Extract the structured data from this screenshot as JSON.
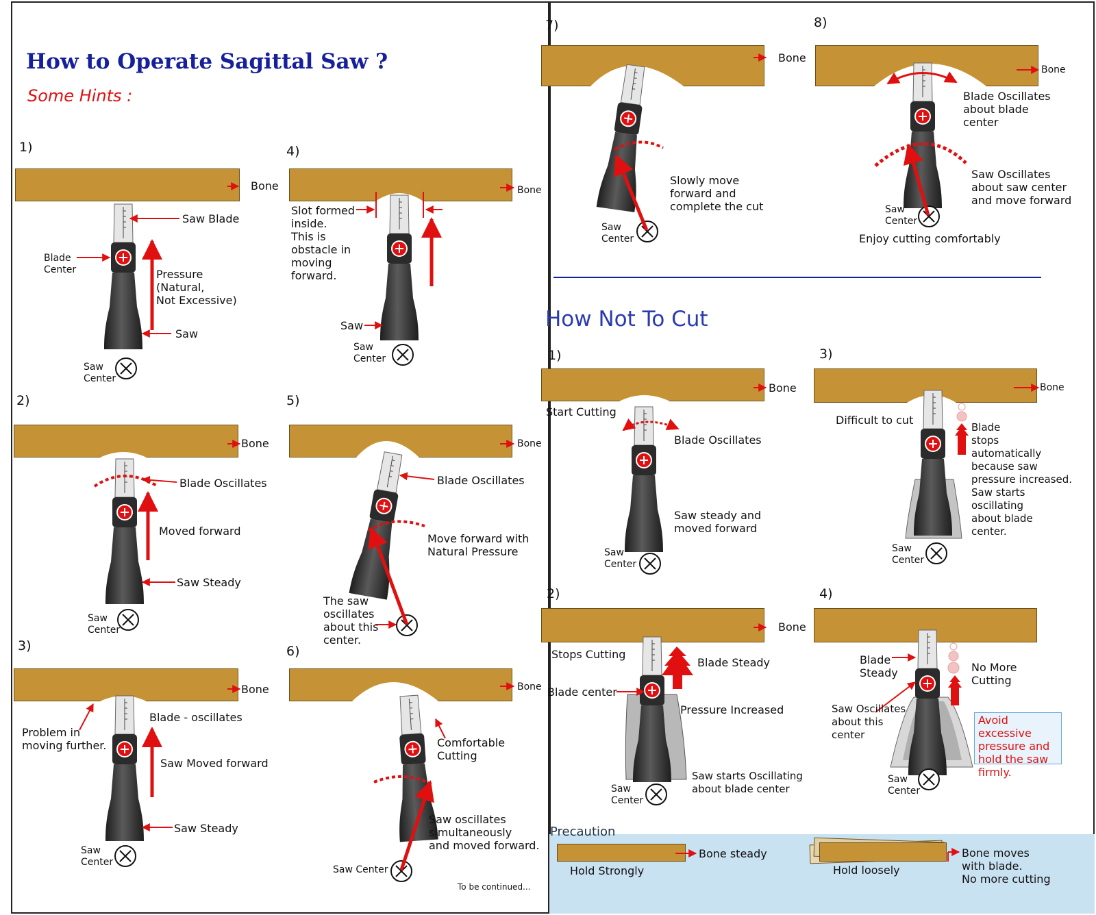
{
  "title": "How to Operate Sagittal Saw ?",
  "subtitle": "Some Hints :",
  "how_not_title": "How Not To Cut",
  "footer": "To be continued...",
  "colors": {
    "bone": "#c59335",
    "arrow": "#e01010",
    "title": "#16209a",
    "precaution_bg": "#c9e2f2"
  },
  "steps": {
    "s1": {
      "num": "1)",
      "bone": "Bone",
      "blade": "Saw Blade",
      "blade_center": "Blade\nCenter",
      "pressure": "Pressure\n(Natural,\n Not Excessive)",
      "saw": "Saw",
      "saw_center": "Saw\nCenter"
    },
    "s2": {
      "num": "2)",
      "bone": "Bone",
      "osc": "Blade Oscillates",
      "moved": "Moved forward",
      "steady": "Saw Steady",
      "saw_center": "Saw\nCenter"
    },
    "s3": {
      "num": "3)",
      "bone": "Bone",
      "problem": "Problem in\nmoving further.",
      "osc": "Blade - oscillates",
      "moved": "Saw Moved forward",
      "steady": "Saw Steady",
      "saw_center": "Saw\nCenter"
    },
    "s4": {
      "num": "4)",
      "bone": "Bone",
      "slot": "Slot formed\ninside.\nThis is\nobstacle in\nmoving\nforward.",
      "saw": "Saw",
      "saw_center": "Saw\nCenter"
    },
    "s5": {
      "num": "5)",
      "bone": "Bone",
      "osc": "Blade Oscillates",
      "move": "Move forward with\nNatural Pressure",
      "center": "The saw\noscillates\nabout this\ncenter."
    },
    "s6": {
      "num": "6)",
      "bone": "Bone",
      "comfort": "Comfortable\nCutting",
      "sim": "Saw oscillates\nsimultaneously\nand moved forward.",
      "saw_center": "Saw Center"
    },
    "s7": {
      "num": "7)",
      "bone": "Bone",
      "slowly": "Slowly move\nforward and\ncomplete the cut",
      "saw_center": "Saw\nCenter"
    },
    "s8": {
      "num": "8)",
      "bone": "Bone",
      "blade_osc": "Blade Oscillates\nabout blade\ncenter",
      "saw_osc": "Saw Oscillates\nabout saw center\nand move forward",
      "saw_center": "Saw\nCenter",
      "enjoy": "Enjoy cutting comfortably"
    }
  },
  "not": {
    "n1": {
      "num": "1)",
      "bone": "Bone",
      "start": "Start Cutting",
      "osc": "Blade Oscillates",
      "steady": "Saw steady and\nmoved forward",
      "saw_center": "Saw\nCenter"
    },
    "n2": {
      "num": "2)",
      "bone": "Bone",
      "stops": "Stops Cutting",
      "blade_steady": "Blade Steady",
      "blade_center": "Blade center",
      "pressure": "Pressure Increased",
      "starts": "Saw starts Oscillating\nabout blade center",
      "saw_center": "Saw\nCenter"
    },
    "n3": {
      "num": "3)",
      "bone": "Bone",
      "difficult": "Difficult to cut",
      "blade": "Blade\nstops\nautomatically\nbecause saw\npressure increased.\nSaw starts\noscillating\nabout blade\ncenter.",
      "saw_center": "Saw\nCenter"
    },
    "n4": {
      "num": "4)",
      "blade_steady": "Blade\nSteady",
      "no_more": "No More\nCutting",
      "saw_osc": "Saw Oscillates\nabout this\ncenter",
      "avoid": "Avoid excessive\npressure and\nhold the saw\nfirmly.",
      "saw_center": "Saw\nCenter"
    }
  },
  "precaution": {
    "title": "Precaution",
    "hold_strongly": "Hold Strongly",
    "bone_steady": "Bone steady",
    "hold_loosely": "Hold loosely",
    "bone_moves": "Bone moves\nwith blade.\nNo more cutting"
  }
}
